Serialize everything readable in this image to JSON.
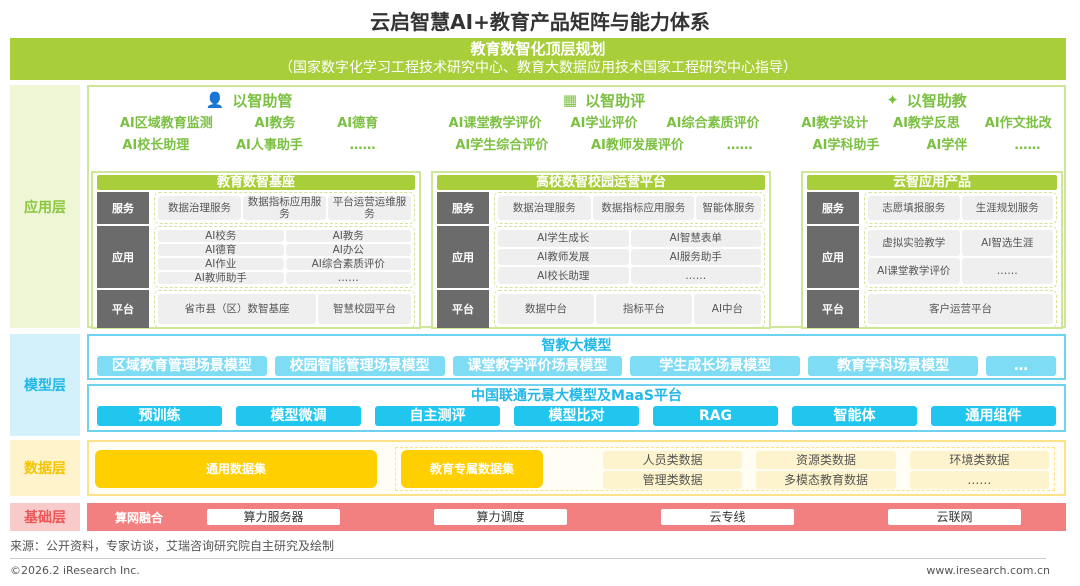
{
  "title": "云启智慧AI+教育产品矩阵与能力体系",
  "banner": {
    "line1": "教育数智化顶层规划",
    "line2": "（国家数字化学习工程技术研究中心、教育大数据应用技术国家工程研究中心指导）"
  },
  "layers": {
    "app": "应用层",
    "model": "模型层",
    "data": "数据层",
    "base": "基础层"
  },
  "top_groups": [
    {
      "title": "以智助管",
      "icon": "user-chat-icon",
      "items": [
        "AI区域教育监测",
        "AI教务",
        "AI德育",
        "AI校长助理",
        "AI人事助手",
        "……"
      ]
    },
    {
      "title": "以智助评",
      "icon": "grid-check-icon",
      "items": [
        "AI课堂教学评价",
        "AI学业评价",
        "AI综合素质评价",
        "AI学生综合评价",
        "AI教师发展评价",
        "……"
      ]
    },
    {
      "title": "以智助教",
      "icon": "star-icon",
      "items": [
        "AI教学设计",
        "AI教学反思",
        "AI作文批改",
        "AI学科助手",
        "AI学伴",
        "……"
      ]
    }
  ],
  "row_tags": {
    "service": "服务",
    "app": "应用",
    "platform": "平台"
  },
  "panels": [
    {
      "title": "教育数智基座",
      "service": [
        "数据治理服务",
        "数据指标应用服务",
        "平台运营运维服务"
      ],
      "apps": [
        "AI校务",
        "AI教务",
        "AI德育",
        "AI办公",
        "AI作业",
        "AI综合素质评价",
        "AI教师助手",
        "……"
      ],
      "platform": [
        "省市县（区）数智基座",
        "智慧校园平台"
      ]
    },
    {
      "title": "高校数智校园运营平台",
      "service": [
        "数据治理服务",
        "数据指标应用服务",
        "智能体服务"
      ],
      "apps": [
        "AI学生成长",
        "AI智慧表单",
        "AI教师发展",
        "AI服务助手",
        "AI校长助理",
        "……"
      ],
      "platform": [
        "数据中台",
        "指标平台",
        "AI中台"
      ]
    },
    {
      "title": "云智应用产品",
      "service": [
        "志愿填报服务",
        "生涯规划服务"
      ],
      "apps": [
        "虚拟实验教学",
        "AI智选生涯",
        "AI课堂教学评价",
        "……"
      ],
      "platform": [
        "客户运营平台"
      ]
    }
  ],
  "model": {
    "top_title": "智教大模型",
    "top_items": [
      "区域教育管理场景模型",
      "校园智能管理场景模型",
      "课堂教学评价场景模型",
      "学生成长场景模型",
      "教育学科场景模型",
      "…"
    ],
    "bottom_title": "中国联通元景大模型及MaaS平台",
    "bottom_items": [
      "预训练",
      "模型微调",
      "自主测评",
      "模型比对",
      "RAG",
      "智能体",
      "通用组件"
    ]
  },
  "data": {
    "general": "通用数据集",
    "special": "教育专属数据集",
    "items": [
      "人员类数据",
      "资源类数据",
      "环境类数据",
      "管理类数据",
      "多模态教育数据",
      "……"
    ]
  },
  "base": {
    "title": "算网融合",
    "items": [
      "算力服务器",
      "算力调度",
      "云专线",
      "云联网"
    ]
  },
  "footer": {
    "source": "来源：公开资料，专家访谈，艾瑞咨询研究院自主研究及绘制",
    "copyright": "©2026.2 iResearch Inc.",
    "site": "www.iresearch.com.cn"
  },
  "colors": {
    "green": "#a8cf3a",
    "blue": "#21c6ef",
    "yellow": "#ffcf00",
    "pink": "#f28080"
  }
}
